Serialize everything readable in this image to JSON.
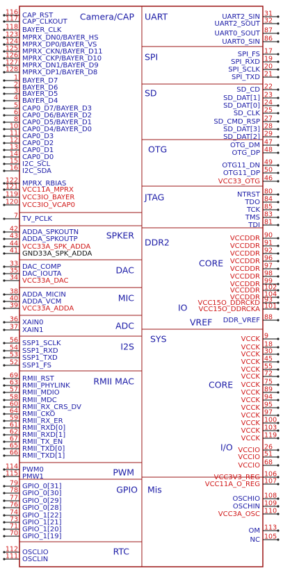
{
  "left": [
    {
      "title": "Camera/CAP",
      "pins": [
        {
          "num": "116",
          "name": "CAP_RST"
        },
        {
          "num": "117",
          "name": "CAP_CLKOUT"
        },
        {
          "num": "118",
          "name": "BAYER_CLK"
        },
        {
          "num": "123",
          "name": "MPRX_DN0/BAYER_HS"
        },
        {
          "num": "124",
          "name": "MPRX_DP0/BAYER_VS"
        },
        {
          "num": "125",
          "name": "MPRX_CKN/BAYER_D11"
        },
        {
          "num": "126",
          "name": "MPRX_CKP/BAYER_D10"
        },
        {
          "num": "127",
          "name": "MPRX_DN1/BAYER_D9"
        },
        {
          "num": "128",
          "name": "MPRX_DP1/BAYER_D8"
        },
        {
          "num": "1",
          "name": "BAYER_D7"
        },
        {
          "num": "2",
          "name": "BAYER_D6"
        },
        {
          "num": "3",
          "name": "BAYER_D5"
        },
        {
          "num": "4",
          "name": "BAYER_D4"
        },
        {
          "num": "5",
          "name": "CAP0_D7/BAYER_D3"
        },
        {
          "num": "6",
          "name": "CAP0_D6/BAYER_D2"
        },
        {
          "num": "8",
          "name": "CAP0_D5/BAYER_D1"
        },
        {
          "num": "10",
          "name": "CAP0_D4/BAYER_D0"
        },
        {
          "num": "11",
          "name": "CAP0_D3"
        },
        {
          "num": "12",
          "name": "CAP0_D2"
        },
        {
          "num": "13",
          "name": "CAP0_D1"
        },
        {
          "num": "14",
          "name": "CAP0_D0"
        },
        {
          "num": "15",
          "name": "I2C_SCL"
        },
        {
          "num": "16",
          "name": "I2C_SDA"
        },
        {
          "num": "122",
          "name": "MPRX_RBIAS"
        },
        {
          "num": "121",
          "name": "VCC11A_MPRX"
        },
        {
          "num": "119",
          "name": "VCC3IO_BAYER"
        },
        {
          "num": "120",
          "name": "VCC3IO_VCAP0"
        },
        {
          "num": "7",
          "name": "TV_PCLK"
        }
      ]
    },
    {
      "title": "SPKER",
      "pins": [
        {
          "num": "42",
          "name": "ADDA_SPKOUTN"
        },
        {
          "num": "43",
          "name": "ADDA_SPKOUTP"
        },
        {
          "num": "44",
          "name": "VCC33A_SPK_ADDA"
        },
        {
          "num": "41",
          "name": "GND33A_SPK_ADDA"
        }
      ]
    },
    {
      "title": "DAC",
      "pins": [
        {
          "num": "33",
          "name": "DAC_COMP"
        },
        {
          "num": "35",
          "name": "DAC_IOUTA"
        },
        {
          "num": "34",
          "name": "VCC33A_DAC"
        }
      ]
    },
    {
      "title": "MIC",
      "pins": [
        {
          "num": "38",
          "name": "ADDA_MICIN"
        },
        {
          "num": "40",
          "name": "ADDA_VCM"
        },
        {
          "num": "39",
          "name": "VCC33A_ADDA"
        }
      ]
    },
    {
      "title": "ADC",
      "pins": [
        {
          "num": "36",
          "name": "XAIN0"
        },
        {
          "num": "37",
          "name": "XAIN1"
        }
      ]
    },
    {
      "title": "I2S",
      "pins": [
        {
          "num": "56",
          "name": "SSP1_SCLK"
        },
        {
          "num": "54",
          "name": "SSP1_RXD"
        },
        {
          "num": "53",
          "name": "SSP1_TXD"
        },
        {
          "num": "52",
          "name": "SSP1_FS"
        }
      ]
    },
    {
      "title": "RMII MAC",
      "pins": [
        {
          "num": "69",
          "name": "RMII_RST"
        },
        {
          "num": "63",
          "name": "RMII_PHYLINK"
        },
        {
          "num": "57",
          "name": "RMII_MDIO"
        },
        {
          "num": "58",
          "name": "RMII_MDC"
        },
        {
          "num": "60",
          "name": "RMII_RX_CRS_DV"
        },
        {
          "num": "64",
          "name": "RMII_CKO"
        },
        {
          "num": "59",
          "name": "RMII_RX_ER"
        },
        {
          "num": "61",
          "name": "RMII_RXD[0]"
        },
        {
          "num": "62",
          "name": "RMII_RXD[1]"
        },
        {
          "num": "67",
          "name": "RMII_TX_EN"
        },
        {
          "num": "65",
          "name": "RMII_TXD[0]"
        },
        {
          "num": "66",
          "name": "RMII_TXD[1]"
        }
      ]
    },
    {
      "title": "PWM",
      "pins": [
        {
          "num": "114",
          "name": "PWM0"
        },
        {
          "num": "115",
          "name": "PMW1"
        }
      ]
    },
    {
      "title": "GPIO",
      "pins": [
        {
          "num": "79",
          "name": "GPIO_0[31]"
        },
        {
          "num": "78",
          "name": "GPIO_0[30]"
        },
        {
          "num": "77",
          "name": "GPIO_0[29]"
        },
        {
          "num": "76",
          "name": "GPIO_0[28]"
        },
        {
          "num": "74",
          "name": "GPIO_1[22]"
        },
        {
          "num": "73",
          "name": "GPIO_1[21]"
        },
        {
          "num": "71",
          "name": "GPIO_1[20]"
        },
        {
          "num": "70",
          "name": "GPIO_1[19]"
        }
      ]
    },
    {
      "title": "RTC",
      "pins": [
        {
          "num": "112",
          "name": "OSCLIO"
        },
        {
          "num": "111",
          "name": "OSCLIN"
        }
      ]
    }
  ],
  "right": [
    {
      "title": "UART",
      "pins": [
        {
          "num": "31",
          "name": "UART2_SIN"
        },
        {
          "num": "32",
          "name": "UART2_SOUT"
        },
        {
          "num": "87",
          "name": "UART0_SOUT"
        },
        {
          "num": "86",
          "name": "UART0_SIN"
        }
      ]
    },
    {
      "title": "SPI",
      "pins": [
        {
          "num": "17",
          "name": "SPI_FS"
        },
        {
          "num": "19",
          "name": "SPI_RXD"
        },
        {
          "num": "20",
          "name": "SPI_SCLK"
        },
        {
          "num": "21",
          "name": "SPI_TXD"
        }
      ]
    },
    {
      "title": "SD",
      "pins": [
        {
          "num": "22",
          "name": "SD_CD"
        },
        {
          "num": "23",
          "name": "SD_DAT[1]"
        },
        {
          "num": "24",
          "name": "SD_DAT[0]"
        },
        {
          "num": "25",
          "name": "SD_CLK"
        },
        {
          "num": "27",
          "name": "SD_CMD_RSP"
        },
        {
          "num": "28",
          "name": "SD_DAT[3]"
        },
        {
          "num": "29",
          "name": "SD_DAT[2]"
        }
      ]
    },
    {
      "title": "OTG",
      "pins": [
        {
          "num": "47",
          "name": "OTG_DM"
        },
        {
          "num": "48",
          "name": "OTG_DP"
        },
        {
          "num": "49",
          "name": "OTG11_DN"
        },
        {
          "num": "50",
          "name": "OTG11_DP"
        },
        {
          "num": "46",
          "name": "VCC33_OTG"
        }
      ]
    },
    {
      "title": "JTAG",
      "pins": [
        {
          "num": "80",
          "name": "NTRST"
        },
        {
          "num": "84",
          "name": "TDO"
        },
        {
          "num": "85",
          "name": "TCK"
        },
        {
          "num": "83",
          "name": "TMS"
        },
        {
          "num": "81",
          "name": "TDI"
        }
      ]
    },
    {
      "title": "DDR2",
      "subtitles": [
        "CORE",
        "IO",
        "VREF"
      ],
      "pins": [
        {
          "num": "90",
          "name": "VCCDDR"
        },
        {
          "num": "91",
          "name": "VCCDDR"
        },
        {
          "num": "92",
          "name": "VCCDDR"
        },
        {
          "num": "96",
          "name": "VCCDDR"
        },
        {
          "num": "97",
          "name": "VCCDDR"
        },
        {
          "num": "98",
          "name": "VCCDDR"
        },
        {
          "num": "99",
          "name": "VCCDDR"
        },
        {
          "num": "102",
          "name": "VCCDDR"
        },
        {
          "num": "104",
          "name": "VCCDDR"
        },
        {
          "num": "93",
          "name": "VCC15O_DDRCKD"
        },
        {
          "num": "101",
          "name": "VCC15O_DDRCKA"
        },
        {
          "num": "88",
          "name": "DDR_VREF"
        }
      ]
    },
    {
      "title": "SYS",
      "subtitles": [
        "CORE",
        "I/O"
      ],
      "pins": [
        {
          "num": "9",
          "name": "VCCK"
        },
        {
          "num": "18",
          "name": "VCCK"
        },
        {
          "num": "30",
          "name": "VCCK"
        },
        {
          "num": "45",
          "name": "VCCK"
        },
        {
          "num": "55",
          "name": "VCCK"
        },
        {
          "num": "72",
          "name": "VCCK"
        },
        {
          "num": "75",
          "name": "VCCK"
        },
        {
          "num": "89",
          "name": "VCCK"
        },
        {
          "num": "94",
          "name": "VCCK"
        },
        {
          "num": "95",
          "name": "VCCK"
        },
        {
          "num": "97",
          "name": "VCCK"
        },
        {
          "num": "100",
          "name": "VCCK"
        },
        {
          "num": "103",
          "name": "VCCK"
        },
        {
          "num": "119",
          "name": "VCCK"
        },
        {
          "num": "26",
          "name": "VCCIO"
        },
        {
          "num": "51",
          "name": "VCCIO"
        },
        {
          "num": "68",
          "name": "VCCIO"
        },
        {
          "num": "106",
          "name": "VCC3V3_REG"
        },
        {
          "num": "107",
          "name": "VCC11A_O_REG"
        }
      ]
    },
    {
      "title": "Mis",
      "pins": [
        {
          "num": "108",
          "name": "OSCHIO"
        },
        {
          "num": "109",
          "name": "OSCHIN"
        },
        {
          "num": "110",
          "name": "VCC3A_OSC"
        },
        {
          "num": "113",
          "name": "OM"
        },
        {
          "num": "105",
          "name": "NC"
        }
      ]
    }
  ],
  "colors": {
    "frame": "#9b1414",
    "label": "#1a1aa6",
    "power": "#d01818",
    "number": "#d01818",
    "ground": "#111111"
  }
}
